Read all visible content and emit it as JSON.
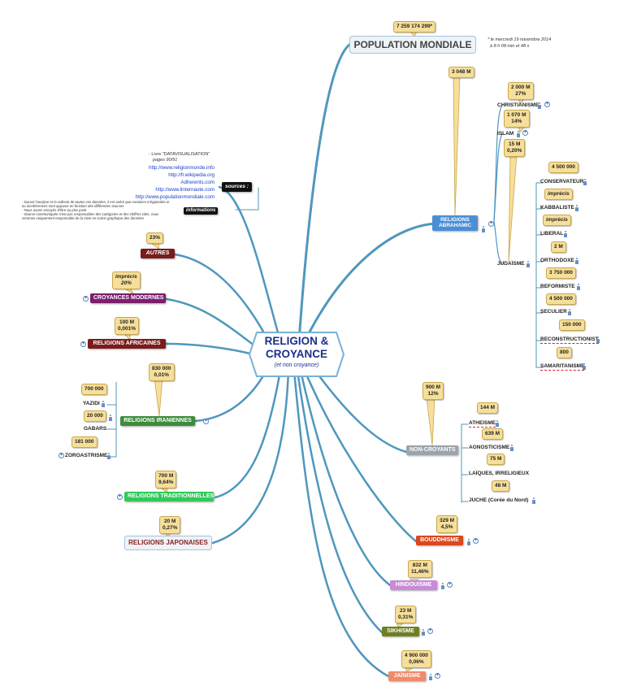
{
  "center": {
    "title_line1": "RELIGION &",
    "title_line2": "CROYANCE",
    "subtitle": "(et non croyance)"
  },
  "population": {
    "label": "POPULATION MONDIALE",
    "value": "7 259 174 299*",
    "note_line1": "* le mercredi 19 novembre 2014",
    "note_line2": "à 8 h 08 min et 48 s"
  },
  "sources": {
    "label": "sources :",
    "info_label": "informations",
    "book_line1": "- Livre \"DATAVISUALISATION\"",
    "book_line2": "pages 90/91",
    "links": [
      "http://www.religionmonde.info",
      "http://fr.wikipedia.org",
      "Adherents.com",
      "http://www.linternaute.com",
      "http://www.populationmondiale.com"
    ],
    "note_lines": [
      "- Durant l'analyse et la collecte de toutes ces données, il est avéré que certaines irrégularités et",
      "ou incohérences sont apparus en fonction des différentes sources",
      "- Nous avons essayés d'être au plus juste",
      "- Source communiquée n'est pas responsables des catégories et des chiffres cités, nous",
      "sommes uniquement responsable de la mise en scène graphique des données"
    ]
  },
  "abrahamic": {
    "label": "RELIGIONS ABRAHAMIC",
    "value": "3 048 M",
    "christianisme": {
      "label": "CHRISTIANISME",
      "value": "2 000 M\n27%"
    },
    "islam": {
      "label": "ISLAM",
      "value": "1 070 M\n14%"
    },
    "judaisme": {
      "label": "JUDAÏSME",
      "value": "15 M\n0,20%"
    },
    "judaism_branches": [
      {
        "label": "CONSERVATEUR",
        "value": "4 500 000"
      },
      {
        "label": "KABBALISTE",
        "value": "imprécis"
      },
      {
        "label": "LIBERAL",
        "value": "imprécis"
      },
      {
        "label": "ORTHODOXE",
        "value": "2 M"
      },
      {
        "label": "REFORMISTE",
        "value": "3 750 000"
      },
      {
        "label": "SECULIER",
        "value": "4 500 000"
      },
      {
        "label": "RECONSTRUCTIONIST",
        "value": "150 000"
      },
      {
        "label": "SAMARITANISME",
        "value": "800"
      }
    ]
  },
  "autres": {
    "label": "AUTRES",
    "value": "23%"
  },
  "modernes": {
    "label": "CROYANCES MODERNES",
    "value": "imprécis\n20%"
  },
  "africaines": {
    "label": "RELIGIONS AFRICAINES",
    "value": "100 M\n0,001%"
  },
  "iraniennes": {
    "label": "RELIGIONS IRANIENNES",
    "value": "830 000\n0,01%",
    "children": [
      {
        "label": "YAZIDI",
        "value": "700 000"
      },
      {
        "label": "GABARS",
        "value": "20 000"
      },
      {
        "label": "ZOROASTRISME",
        "value": "181 000"
      }
    ]
  },
  "traditionnelles": {
    "label": "RELIGIONS TRADITIONNELLES",
    "value": "700 M\n9,64%"
  },
  "japonaises": {
    "label": "RELIGIONS JAPONAISES",
    "value": "20 M\n0,27%"
  },
  "noncroyants": {
    "label": "NON-CROYANTS",
    "value": "900 M\n12%",
    "children": [
      {
        "label": "ATHEISME",
        "value": "144 M"
      },
      {
        "label": "AGNOSTICISME",
        "value": "639 M"
      },
      {
        "label": "LAÏQUES, IRRELIGIEUX",
        "value": "75 M"
      },
      {
        "label": "JUCHE (Corée du Nord)",
        "value": "48 M"
      }
    ]
  },
  "bouddhisme": {
    "label": "BOUDDHISME",
    "value": "329 M\n4,5%"
  },
  "hindouisme": {
    "label": "HINDOUISME",
    "value": "832 M\n11,46%"
  },
  "sikhisme": {
    "label": "SIKHISME",
    "value": "23 M\n0,31%"
  },
  "jainisme": {
    "label": "JAÏNISME",
    "value": "4 900 000\n0,06%"
  },
  "colors": {
    "line": "#4f97bd",
    "callout": "#f6df9a",
    "abrahamic": "#4a8fd6",
    "autres": "#7a1c1c",
    "modernes": "#7b1e6e",
    "africaines": "#7a1c1c",
    "iraniennes": "#3c8c3c",
    "traditionnelles": "#31c95a",
    "noncroyants": "#9aa4ad",
    "bouddhisme": "#d9481e",
    "hindouisme": "#c98ad9",
    "sikhisme": "#6f7f22",
    "jainisme": "#ef8a6b"
  }
}
